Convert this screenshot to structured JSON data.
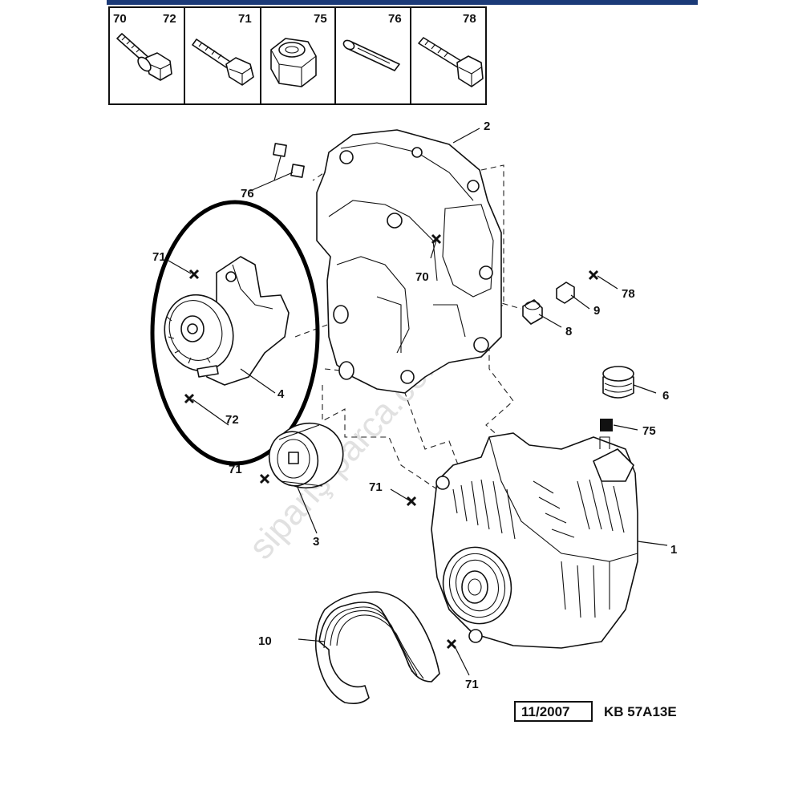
{
  "colors": {
    "top_bar": "#1b3a78",
    "ink": "#111111",
    "circle": "#000000"
  },
  "hardware_table": [
    {
      "labels": [
        "70",
        "72"
      ],
      "icon": "flange-bolt-icon"
    },
    {
      "labels": [
        "71"
      ],
      "icon": "hex-bolt-icon"
    },
    {
      "labels": [
        "75"
      ],
      "icon": "lock-nut-icon"
    },
    {
      "labels": [
        "76"
      ],
      "icon": "dowel-pin-icon"
    },
    {
      "labels": [
        "78"
      ],
      "icon": "long-bolt-icon"
    }
  ],
  "callouts": {
    "c1": "1",
    "c2": "2",
    "c3": "3",
    "c4": "4",
    "c6": "6",
    "c8": "8",
    "c9": "9",
    "c10": "10",
    "c70": "70",
    "c71a": "71",
    "c71b": "71",
    "c71c": "71",
    "c71d": "71",
    "c72": "72",
    "c75": "75",
    "c76": "76",
    "c78": "78"
  },
  "watermark": "sipariş parca.com",
  "footer": {
    "date": "11/2007",
    "ref": "KB 57A13E"
  }
}
